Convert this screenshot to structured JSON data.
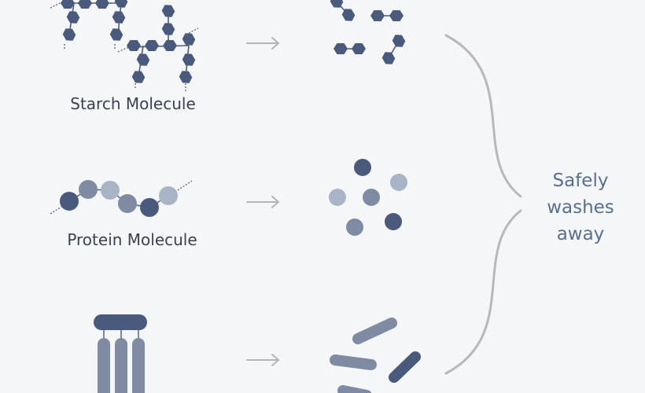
{
  "labels": {
    "starch": "Starch Molecule",
    "protein": "Protein Molecule",
    "result_line1": "Safely",
    "result_line2": "washes",
    "result_line3": "away"
  },
  "colors": {
    "background": "#f5f6f8",
    "dark_navy": "#4a5a7c",
    "mid_gray_blue": "#7f8aa3",
    "light_gray_blue": "#a9b4c6",
    "arrow_gray": "#b5b5b5",
    "bracket_gray": "#b8b8b8",
    "text_dark": "#3a4252",
    "text_blue": "#5a6f8c"
  },
  "icons": [
    "arrow-right-icon",
    "curly-bracket-icon",
    "hexagon-chain-icon",
    "bead-chain-icon",
    "comb-icon"
  ]
}
